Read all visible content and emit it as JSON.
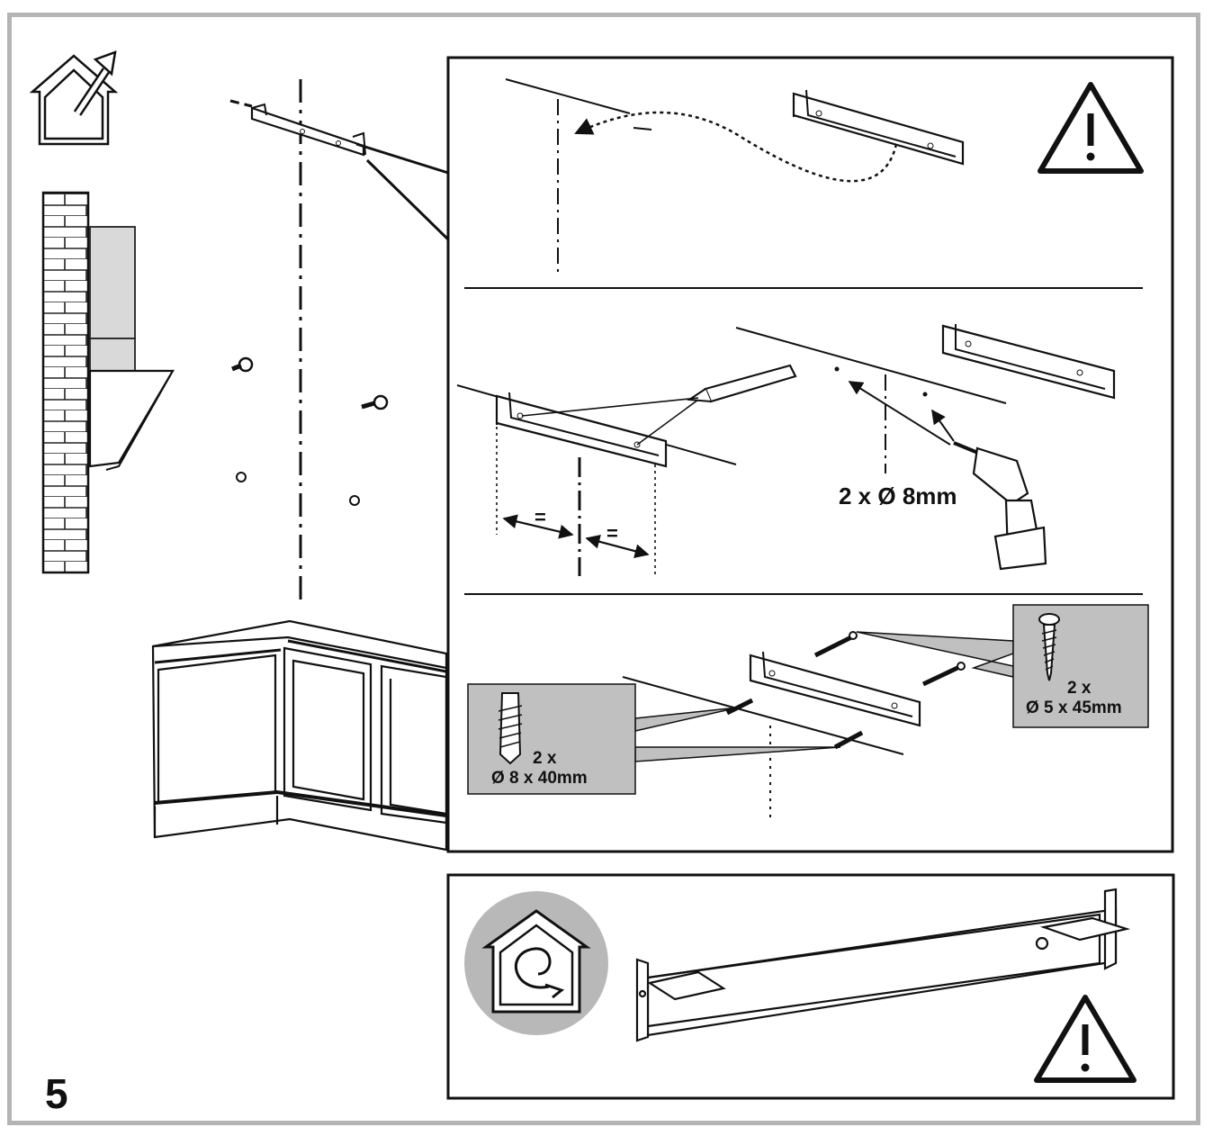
{
  "step": {
    "number": "5"
  },
  "panel_drill": {
    "drill_label": "2 x Ø 8mm",
    "equal_left": "=",
    "equal_right": "="
  },
  "panel_fixings": {
    "screw": {
      "qty": "2 x",
      "size": "Ø 5 x 45mm"
    },
    "plug": {
      "qty": "2 x",
      "size": "Ø 8 x 40mm"
    }
  },
  "colors": {
    "frame": "#b4b4b4",
    "callout_box": "#c0c0c0",
    "recycle_badge": "#b8b8b8",
    "line": "#111111"
  },
  "icons": [
    "house-ventilation-icon",
    "warning-icon",
    "recirculation-icon",
    "pencil-icon",
    "drill-icon",
    "screw-icon",
    "wall-plug-icon"
  ]
}
